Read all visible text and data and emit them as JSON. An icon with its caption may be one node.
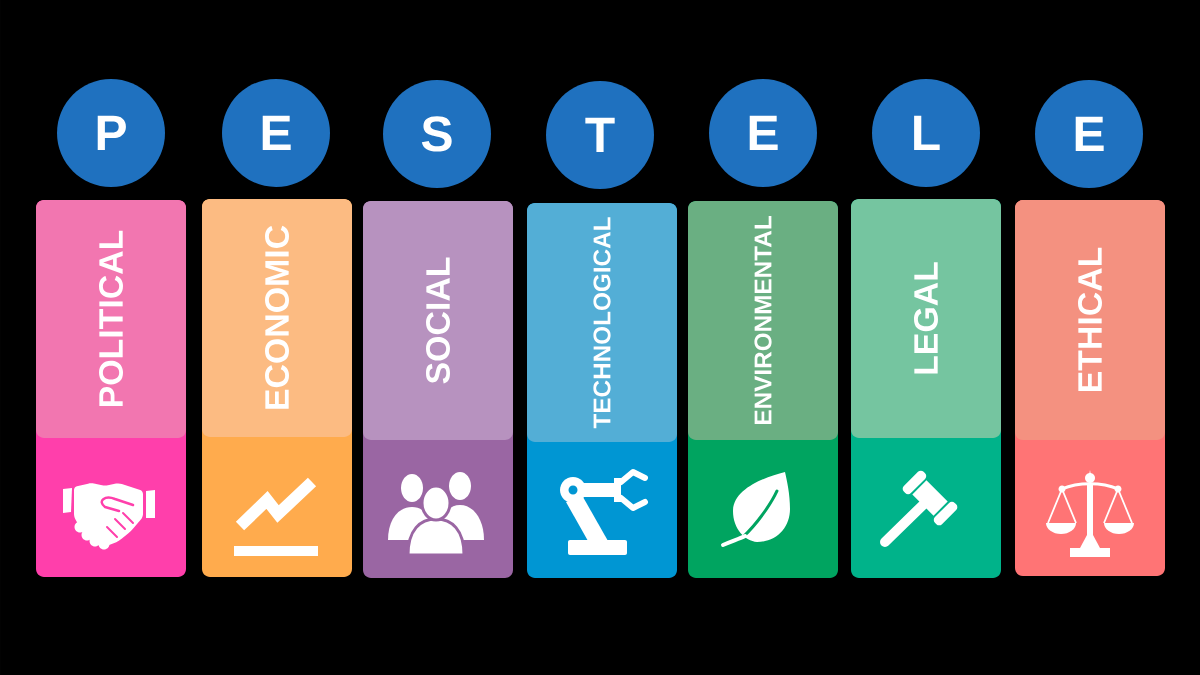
{
  "diagram": {
    "nodes": [
      {
        "text": [
          "P"
        ]
      },
      {
        "text": [
          "E"
        ]
      },
      {
        "text": [
          "S"
        ]
      },
      {
        "text": [
          "T"
        ]
      },
      {
        "text": [
          "E"
        ]
      },
      {
        "text": [
          "L"
        ]
      },
      {
        "text": [
          "E"
        ]
      },
      {
        "text": [
          "POLITICAL"
        ]
      },
      {
        "text": [
          "ECONOMIC"
        ]
      },
      {
        "text": [
          "SOCIAL"
        ]
      },
      {
        "text": [
          "TECHNOLOGICAL"
        ]
      },
      {
        "text": [
          "ENVIRONMENTAL"
        ]
      },
      {
        "text": [
          "LEGAL"
        ]
      },
      {
        "text": [
          "ETHICAL"
        ]
      }
    ]
  }
}
